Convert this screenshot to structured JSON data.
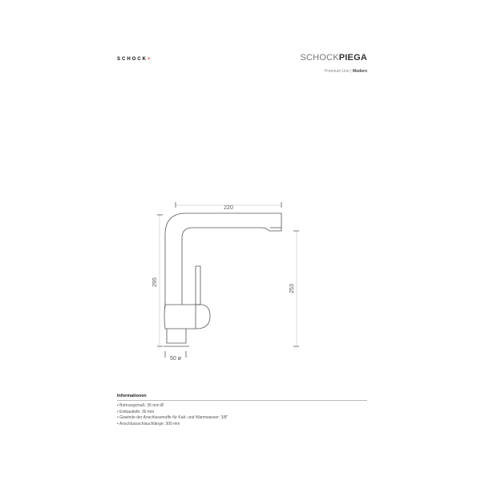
{
  "header": {
    "brand": "SCHOCK",
    "brand_mark": "+",
    "product_prefix": "SCHOCK",
    "product_name": "PIEGA",
    "line": "Premium Line",
    "separator": "|",
    "style": "Modern"
  },
  "dimensions": {
    "reach": "220",
    "height_total": "295",
    "height_spout": "253",
    "base": "50 ø"
  },
  "info": {
    "title": "Informationen",
    "items": [
      "Bohrungsmaß: 35 mm Ø",
      "Einbautiefe: 30 mm",
      "Gewinde der Anschlussmuffe für Kalt- und Warmwasser: 3/8\"",
      "Anschlussschlauchlänge: 300 mm"
    ]
  },
  "colors": {
    "line": "#555555",
    "accent": "#d0342c"
  }
}
